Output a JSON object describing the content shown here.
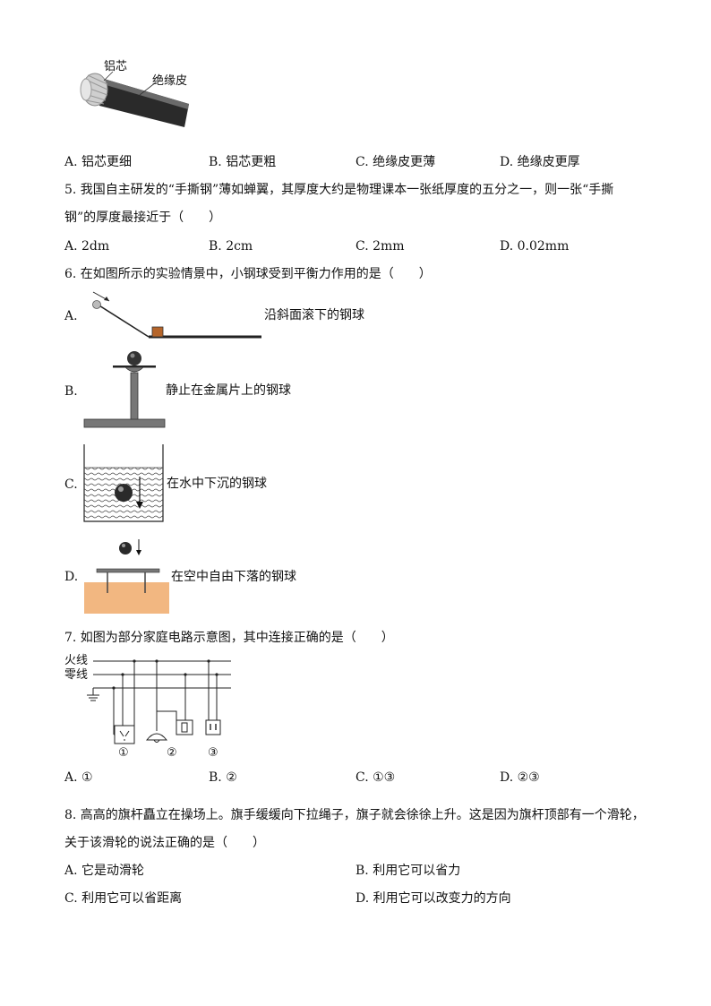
{
  "cable": {
    "label_core": "铝芯",
    "label_insulation": "绝缘皮"
  },
  "q4": {
    "options": [
      "A. 铝芯更细",
      "B. 铝芯更粗",
      "C. 绝缘皮更薄",
      "D. 绝缘皮更厚"
    ]
  },
  "q5": {
    "line1": "5. 我国自主研发的“手撕钢”薄如蝉翼，其厚度大约是物理课本一张纸厚度的五分之一，则一张“手撕",
    "line2": "钢”的厚度最接近于（　　）",
    "options": [
      "A. 2dm",
      "B. 2cm",
      "C. 2mm",
      "D. 0.02mm"
    ]
  },
  "q6": {
    "stem": "6. 在如图所示的实验情景中，小钢球受到平衡力作用的是（　　）",
    "options": [
      {
        "letter": "A.",
        "caption": "沿斜面滚下的钢球"
      },
      {
        "letter": "B.",
        "caption": "静止在金属片上的钢球"
      },
      {
        "letter": "C.",
        "caption": "在水中下沉的钢球"
      },
      {
        "letter": "D.",
        "caption": "在空中自由下落的钢球"
      }
    ]
  },
  "q7": {
    "stem": "7. 如图为部分家庭电路示意图，其中连接正确的是（　　）",
    "fire_line": "火线",
    "neutral_line": "零线",
    "markers": [
      "①",
      "②",
      "③"
    ],
    "options": [
      "A. ①",
      "B. ②",
      "C. ①③",
      "D. ②③"
    ]
  },
  "q8": {
    "line1": "8. 高高的旗杆矗立在操场上。旗手缓缓向下拉绳子，旗子就会徐徐上升。这是因为旗杆顶部有一个滑轮，",
    "line2": "关于该滑轮的说法正确的是（　　）",
    "options": [
      "A. 它是动滑轮",
      "B. 利用它可以省力",
      "C. 利用它可以省距离",
      "D. 利用它可以改变力的方向"
    ]
  }
}
